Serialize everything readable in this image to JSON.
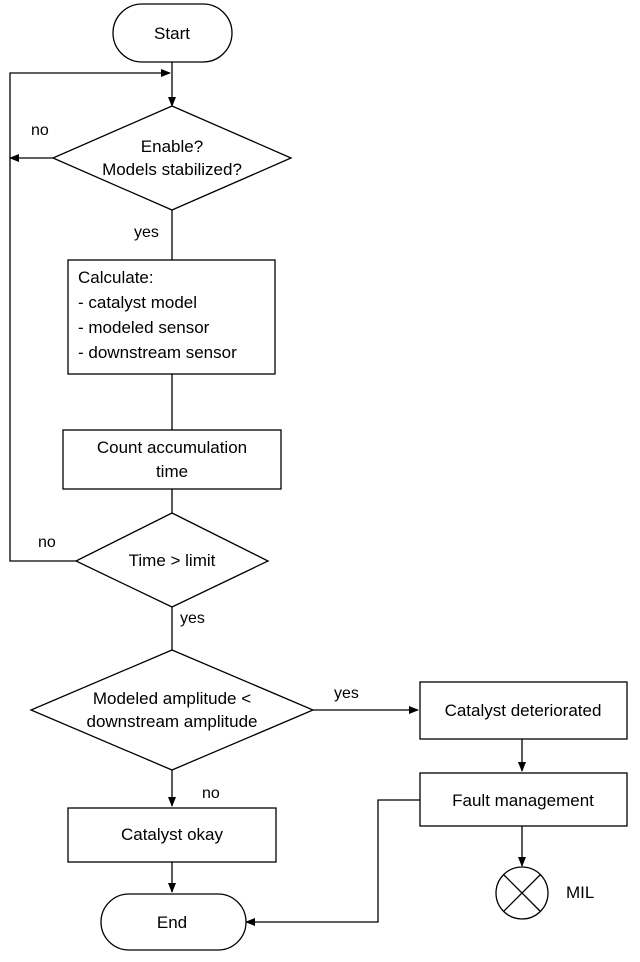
{
  "nodes": {
    "start": "Start",
    "decision_enable_line1": "Enable?",
    "decision_enable_line2": "Models stabilized?",
    "calculate": [
      "Calculate:",
      "- catalyst model",
      "- modeled sensor",
      "- downstream sensor"
    ],
    "count_line1": "Count accumulation",
    "count_line2": "time",
    "decision_time": "Time > limit",
    "decision_amp_line1": "Modeled amplitude <",
    "decision_amp_line2": "downstream amplitude",
    "catalyst_deteriorated": "Catalyst deteriorated",
    "fault_management": "Fault management",
    "catalyst_okay": "Catalyst okay",
    "end": "End",
    "mil": "MIL"
  },
  "edge_labels": {
    "enable_no": "no",
    "enable_yes": "yes",
    "time_no": "no",
    "time_yes": "yes",
    "amp_yes": "yes",
    "amp_no": "no"
  }
}
